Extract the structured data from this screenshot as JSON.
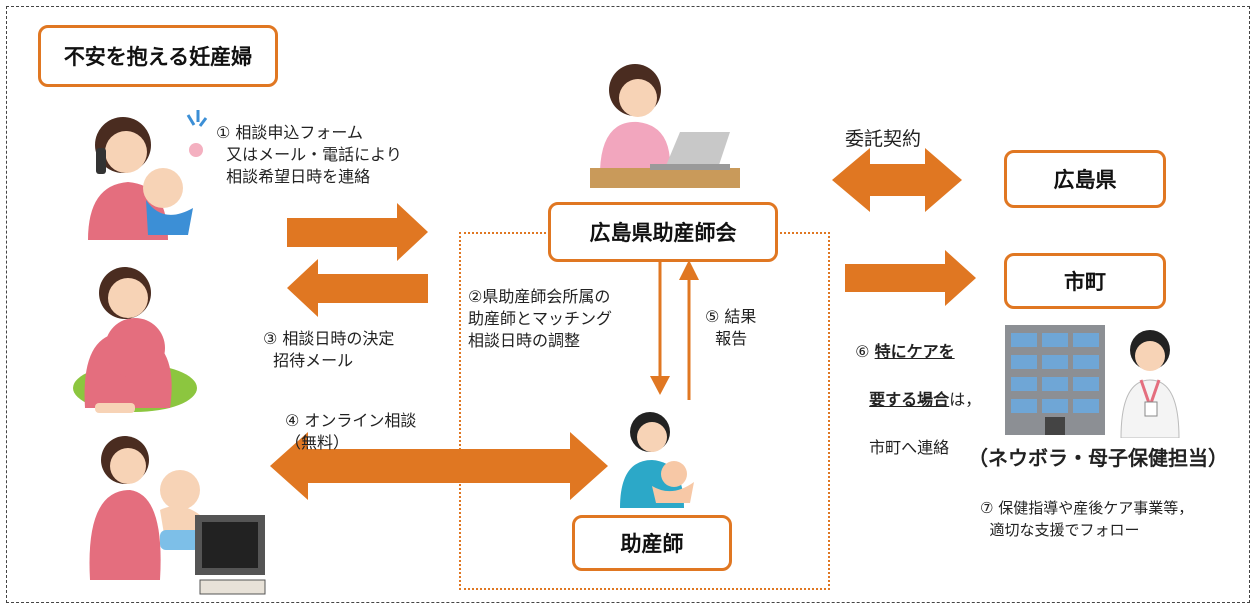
{
  "title": "不安を抱える妊産婦",
  "nodes": {
    "association": "広島県助産師会",
    "prefecture": "広島県",
    "municipality": "市町",
    "midwife": "助産師"
  },
  "labels": {
    "contract": "委託契約",
    "step1": "① 相談申込フォーム\n  又はメール・電話により\n  相談希望日時を連絡",
    "step2": "②県助産師会所属の\n助産師とマッチング\n相談日時の調整",
    "step3": "③ 相談日時の決定\n  招待メール",
    "step4": "④ オンライン相談\n（無料）",
    "step5": "⑤ 結果\n  報告",
    "step6_prefix": "⑥ ",
    "step6_underline_1": "特にケアを",
    "step6_underline_2": "要する場合",
    "step6_suffix": "は，",
    "step6_line3": "市町へ連絡",
    "department": "（ネウボラ・母子保健担当）",
    "step7": "⑦ 保健指導や産後ケア事業等，\n  適切な支援でフォロー"
  },
  "colors": {
    "accent": "#E07722"
  },
  "icons": [
    "mother-phone-illustration",
    "pregnant-woman-illustration",
    "mother-baby-computer-illustration",
    "laptop-woman-illustration",
    "midwife-baby-illustration",
    "building-illustration",
    "health-worker-illustration"
  ]
}
